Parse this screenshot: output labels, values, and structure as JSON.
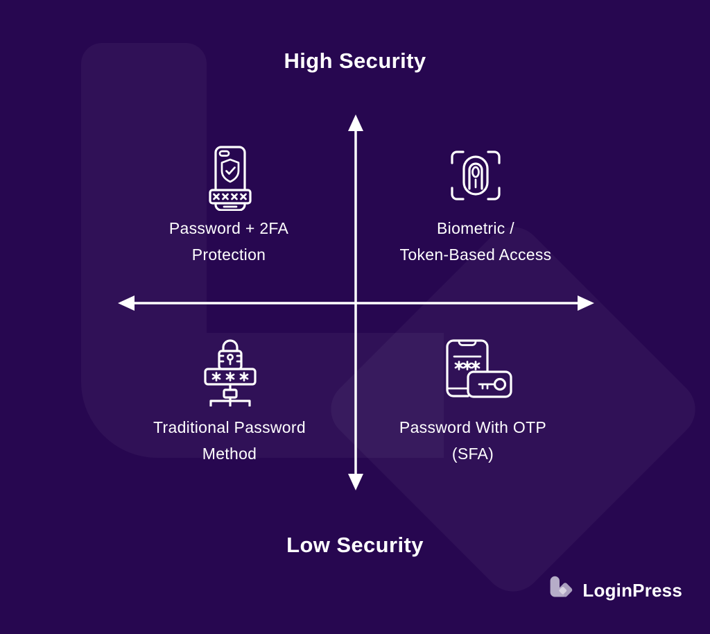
{
  "titles": {
    "top": "High Security",
    "bottom": "Low Security"
  },
  "quadrants": [
    {
      "position": "top-left",
      "icon": "phone-2fa-shield-icon",
      "label_line1": "Password + 2FA",
      "label_line2": "Protection"
    },
    {
      "position": "top-right",
      "icon": "fingerprint-scan-icon",
      "label_line1": "Biometric /",
      "label_line2": "Token-Based Access"
    },
    {
      "position": "bottom-left",
      "icon": "lock-password-network-icon",
      "label_line1": "Traditional Password",
      "label_line2": "Method"
    },
    {
      "position": "bottom-right",
      "icon": "phone-otp-key-icon",
      "label_line1": "Password With OTP",
      "label_line2": "(SFA)"
    }
  ],
  "brand": {
    "name": "LoginPress",
    "icon": "loginpress-arrow-logo-icon"
  },
  "colors": {
    "background": "#270750",
    "text": "#FFFFFF",
    "axis": "#FFFFFF",
    "watermark": "rgba(255,255,255,0.05)",
    "logo_icon": "#B3A9C4"
  }
}
